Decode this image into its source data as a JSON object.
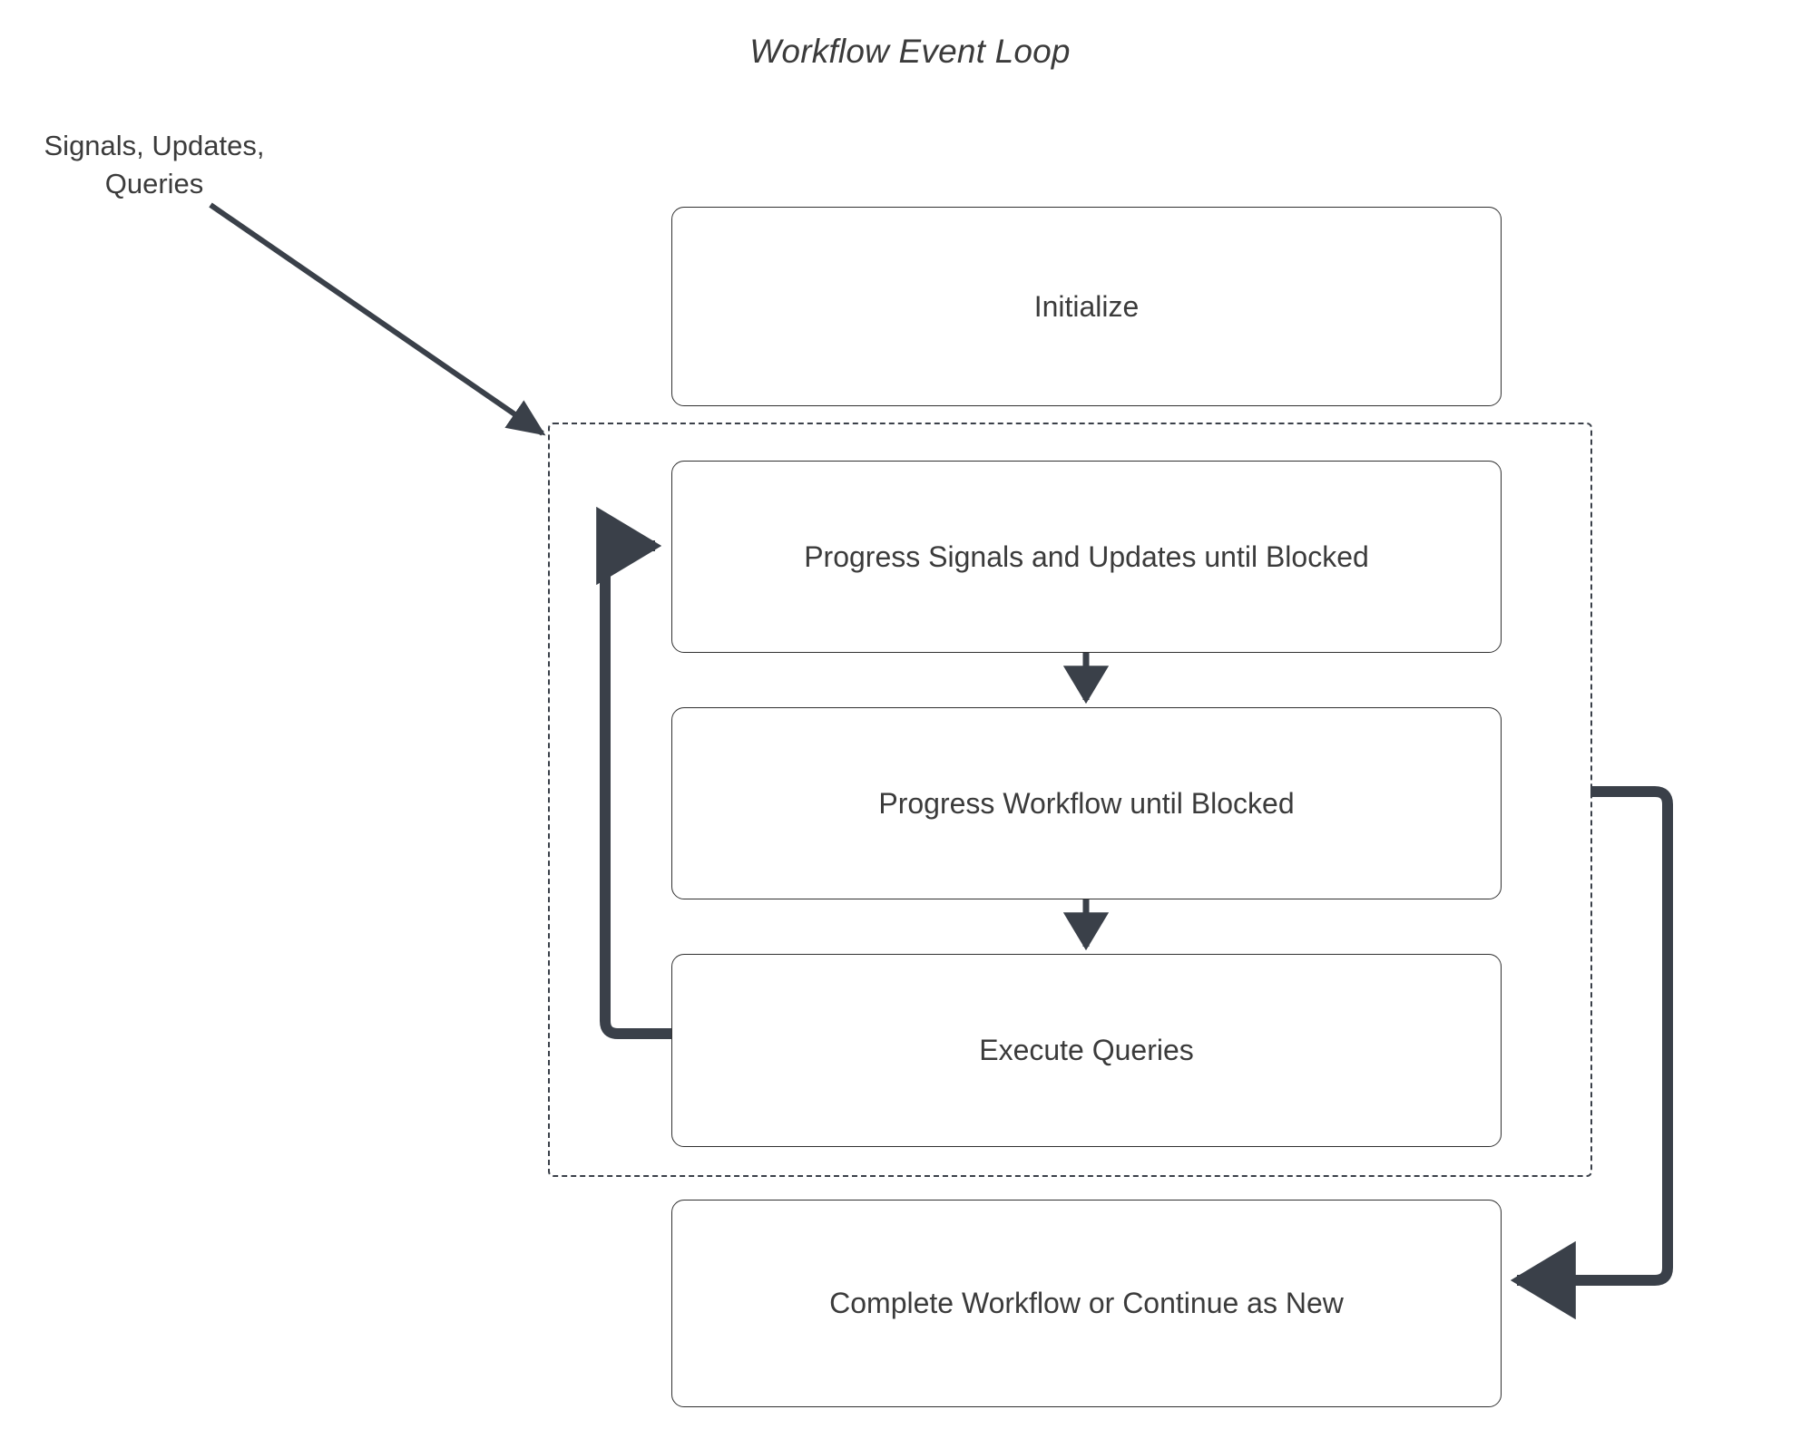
{
  "diagram": {
    "title": "Workflow Event Loop",
    "background_color": "#ffffff",
    "text_color": "#3b3b3b",
    "node_border_color": "#303030",
    "edge_color": "#3a4049",
    "group_border_style": "dashed"
  },
  "labels": {
    "incoming_edge": "Signals, Updates,\nQueries"
  },
  "nodes": [
    {
      "id": "initialize",
      "label": "Initialize"
    },
    {
      "id": "progress-signals",
      "label": "Progress Signals and Updates until Blocked"
    },
    {
      "id": "progress-workflow",
      "label": "Progress Workflow until Blocked"
    },
    {
      "id": "execute-queries",
      "label": "Execute Queries"
    },
    {
      "id": "complete-workflow",
      "label": "Complete Workflow or Continue as New"
    }
  ],
  "group": {
    "id": "event-loop-group",
    "label": ""
  },
  "edges": [
    {
      "id": "signals-to-loop",
      "from": "Signals, Updates, Queries",
      "to": "event-loop-group",
      "label": ""
    },
    {
      "id": "signals-to-workflow",
      "from": "progress-signals",
      "to": "progress-workflow",
      "label": ""
    },
    {
      "id": "workflow-to-queries",
      "from": "progress-workflow",
      "to": "execute-queries",
      "label": ""
    },
    {
      "id": "queries-loopback",
      "from": "execute-queries",
      "to": "progress-signals",
      "label": ""
    },
    {
      "id": "group-to-complete",
      "from": "event-loop-group",
      "to": "complete-workflow",
      "label": ""
    }
  ]
}
